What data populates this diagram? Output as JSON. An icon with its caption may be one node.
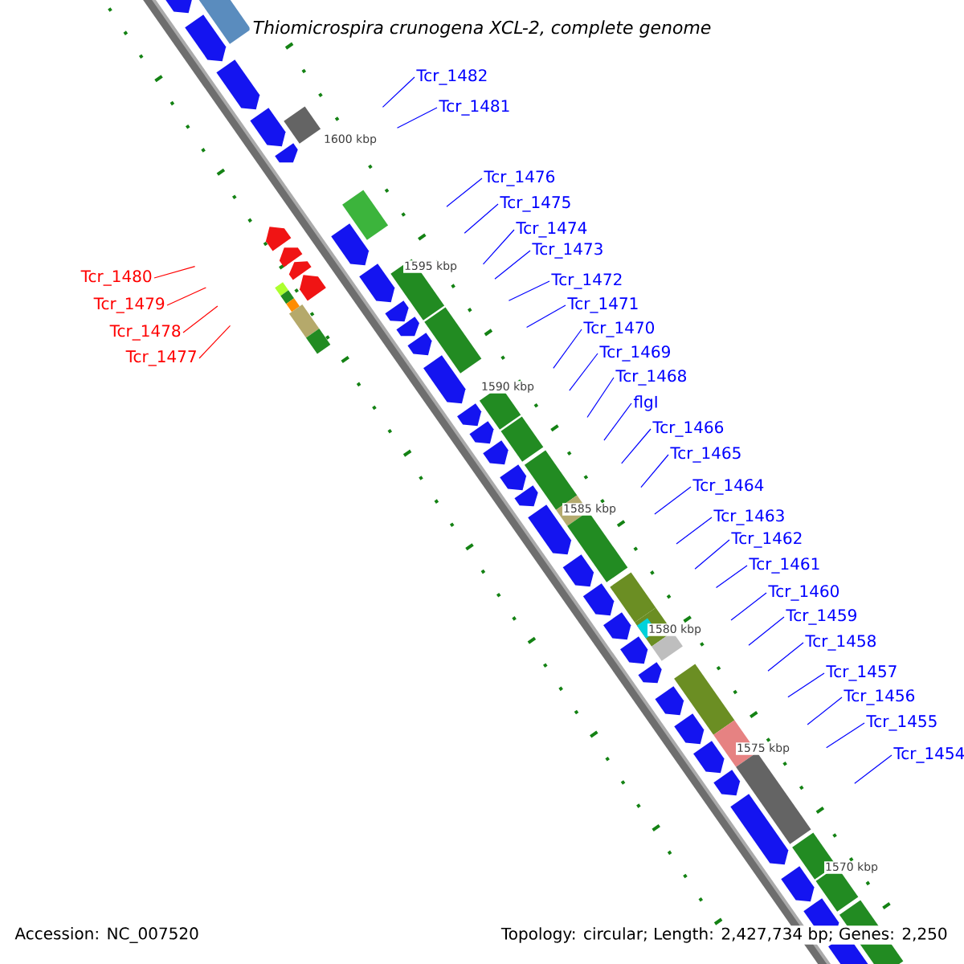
{
  "diagram": {
    "title": "Thiomicrospira crunogena XCL-2, complete genome",
    "nodes": [
      {
        "text": [
          "Tcr_1482"
        ]
      },
      {
        "text": [
          "Tcr_1481"
        ]
      },
      {
        "text": [
          "Tcr_1476"
        ]
      },
      {
        "text": [
          "Tcr_1475"
        ]
      },
      {
        "text": [
          "Tcr_1474"
        ]
      },
      {
        "text": [
          "Tcr_1473"
        ]
      },
      {
        "text": [
          "Tcr_1472"
        ]
      },
      {
        "text": [
          "Tcr_1471"
        ]
      },
      {
        "text": [
          "Tcr_1470"
        ]
      },
      {
        "text": [
          "Tcr_1469"
        ]
      },
      {
        "text": [
          "Tcr_1468"
        ]
      },
      {
        "text": [
          "flgI"
        ]
      },
      {
        "text": [
          "Tcr_1466"
        ]
      },
      {
        "text": [
          "Tcr_1465"
        ]
      },
      {
        "text": [
          "Tcr_1464"
        ]
      },
      {
        "text": [
          "Tcr_1463"
        ]
      },
      {
        "text": [
          "Tcr_1462"
        ]
      },
      {
        "text": [
          "Tcr_1461"
        ]
      },
      {
        "text": [
          "Tcr_1460"
        ]
      },
      {
        "text": [
          "Tcr_1459"
        ]
      },
      {
        "text": [
          "Tcr_1458"
        ]
      },
      {
        "text": [
          "Tcr_1457"
        ]
      },
      {
        "text": [
          "Tcr_1456"
        ]
      },
      {
        "text": [
          "Tcr_1455"
        ]
      },
      {
        "text": [
          "Tcr_1454"
        ]
      },
      {
        "text": [
          "Tcr_1480"
        ]
      },
      {
        "text": [
          "Tcr_1479"
        ]
      },
      {
        "text": [
          "Tcr_1478"
        ]
      },
      {
        "text": [
          "Tcr_1477"
        ]
      }
    ],
    "edges": [
      {
        "from": 0,
        "to": null,
        "arrow": "none"
      },
      {
        "from": 1,
        "to": null,
        "arrow": "none"
      },
      {
        "from": 2,
        "to": null,
        "arrow": "none"
      },
      {
        "from": 3,
        "to": null,
        "arrow": "none"
      },
      {
        "from": 4,
        "to": null,
        "arrow": "none"
      },
      {
        "from": 5,
        "to": null,
        "arrow": "none"
      },
      {
        "from": 6,
        "to": null,
        "arrow": "none"
      },
      {
        "from": 7,
        "to": null,
        "arrow": "none"
      },
      {
        "from": 8,
        "to": null,
        "arrow": "none"
      },
      {
        "from": 9,
        "to": null,
        "arrow": "none"
      },
      {
        "from": 10,
        "to": null,
        "arrow": "none"
      },
      {
        "from": 11,
        "to": null,
        "arrow": "none"
      },
      {
        "from": 12,
        "to": null,
        "arrow": "none"
      },
      {
        "from": 13,
        "to": null,
        "arrow": "none"
      },
      {
        "from": 14,
        "to": null,
        "arrow": "none"
      },
      {
        "from": 15,
        "to": null,
        "arrow": "none"
      },
      {
        "from": 16,
        "to": null,
        "arrow": "none"
      },
      {
        "from": 17,
        "to": null,
        "arrow": "none"
      },
      {
        "from": 18,
        "to": null,
        "arrow": "none"
      },
      {
        "from": 19,
        "to": null,
        "arrow": "none"
      },
      {
        "from": 20,
        "to": null,
        "arrow": "none"
      },
      {
        "from": 21,
        "to": null,
        "arrow": "none"
      },
      {
        "from": 22,
        "to": null,
        "arrow": "none"
      },
      {
        "from": 23,
        "to": null,
        "arrow": "none"
      },
      {
        "from": 24,
        "to": null,
        "arrow": "none"
      },
      {
        "from": 25,
        "to": null,
        "arrow": "none",
        "color": "#ff0000"
      },
      {
        "from": 26,
        "to": null,
        "arrow": "none",
        "color": "#ff0000"
      },
      {
        "from": 27,
        "to": null,
        "arrow": "none",
        "color": "#ff0000"
      },
      {
        "from": 28,
        "to": null,
        "arrow": "none",
        "color": "#ff0000"
      }
    ],
    "labels": [
      "1600 kbp",
      "1595 kbp",
      "1590 kbp",
      "1585 kbp",
      "1580 kbp",
      "1575 kbp",
      "1570 kbp",
      "Accession: NC_007520",
      "Topology: circular; Length: 2,427,734 bp; Genes: 2,250"
    ]
  }
}
